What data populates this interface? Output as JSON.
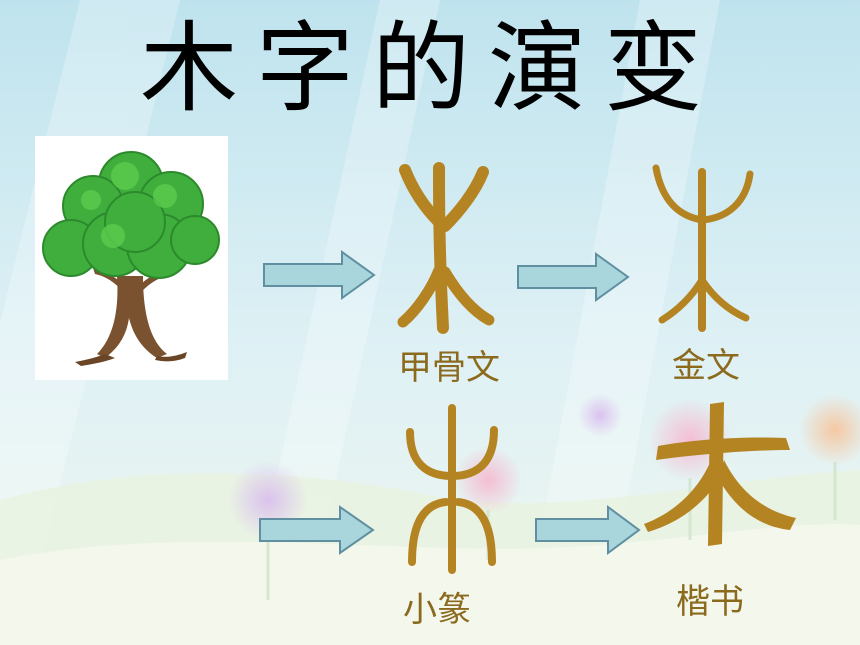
{
  "slide": {
    "title": "木字的演变",
    "labels": {
      "oracle": "甲骨文",
      "bronze": "金文",
      "seal": "小篆",
      "regular": "楷书"
    }
  },
  "colors": {
    "glyph": "#b58422",
    "label": "#8b6a1e",
    "arrow_fill": "#a9d6dc",
    "arrow_stroke": "#5f8fa0",
    "tree_leaf": "#3fae3d",
    "tree_trunk": "#7a5230"
  },
  "icons": [
    "tree-image",
    "arrow-right-icon"
  ]
}
